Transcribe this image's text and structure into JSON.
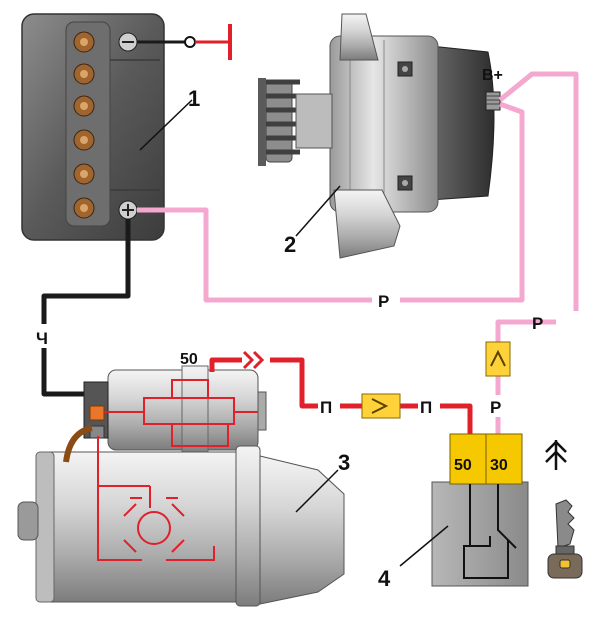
{
  "callouts": {
    "battery": "1",
    "alternator": "2",
    "starter": "3",
    "ignition_switch": "4"
  },
  "wire_labels": {
    "black_wire": "Ч",
    "pink_wire_lower": "Р",
    "pink_wire_right": "Р",
    "pink_wire_switch": "Р",
    "red_wire_left": "П",
    "red_wire_right": "П"
  },
  "terminals": {
    "alternator_output": "В+",
    "starter_control": "50",
    "switch_start": "50",
    "switch_power": "30"
  },
  "colors": {
    "pink_wire": "#f4a8d0",
    "red_wire": "#e0202a",
    "black_wire": "#1a1a1a",
    "terminal_yellow": "#f6c800",
    "fuse_yellow": "#ffd23a",
    "ground_red": "#e0202a"
  },
  "icons": {
    "key": "key-icon",
    "rotate_arrow": "rotate-arrow-icon",
    "ground": "ground-symbol-icon"
  }
}
